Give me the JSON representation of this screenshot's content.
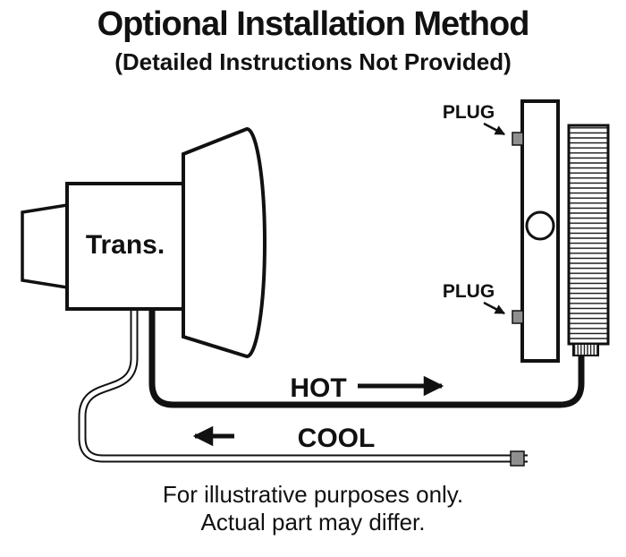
{
  "title": "Optional Installation Method",
  "subtitle": "(Detailed Instructions Not Provided)",
  "diagram": {
    "trans_label": "Trans.",
    "plug_top_label": "PLUG",
    "plug_bottom_label": "PLUG",
    "hot_label": "HOT",
    "cool_label": "COOL"
  },
  "footer": {
    "line1": "For illustrative purposes only.",
    "line2": "Actual part may differ."
  },
  "colors": {
    "line": "#111111",
    "background": "#ffffff",
    "fitting_fill": "#8f8f8f"
  }
}
